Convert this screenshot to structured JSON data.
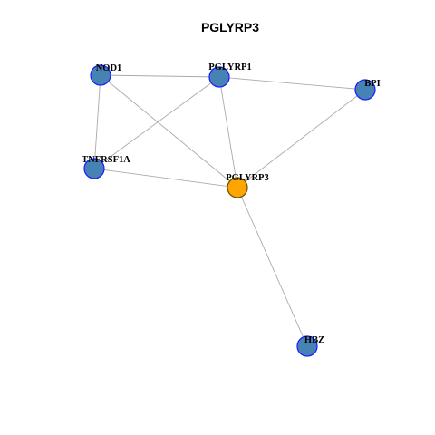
{
  "title": "PGLYRP3",
  "colors": {
    "focus_fill": "#FFA500",
    "focus_stroke": "#6b4a00",
    "node_fill": "#4682B4",
    "node_stroke": "#1a1aff",
    "edge": "#aaaaaa"
  },
  "nodes": [
    {
      "id": "NOD1",
      "label": "NOD1",
      "focus": false
    },
    {
      "id": "PGLYRP1",
      "label": "PGLYRP1",
      "focus": false
    },
    {
      "id": "BPI",
      "label": "BPI",
      "focus": false
    },
    {
      "id": "TNFRSF1A",
      "label": "TNFRSF1A",
      "focus": false
    },
    {
      "id": "PGLYRP3",
      "label": "PGLYRP3",
      "focus": true
    },
    {
      "id": "HBZ",
      "label": "HBZ",
      "focus": false
    }
  ],
  "edges": [
    [
      "NOD1",
      "PGLYRP1"
    ],
    [
      "NOD1",
      "TNFRSF1A"
    ],
    [
      "NOD1",
      "PGLYRP3"
    ],
    [
      "PGLYRP1",
      "BPI"
    ],
    [
      "PGLYRP1",
      "TNFRSF1A"
    ],
    [
      "PGLYRP1",
      "PGLYRP3"
    ],
    [
      "BPI",
      "PGLYRP3"
    ],
    [
      "TNFRSF1A",
      "PGLYRP3"
    ],
    [
      "PGLYRP3",
      "HBZ"
    ]
  ]
}
